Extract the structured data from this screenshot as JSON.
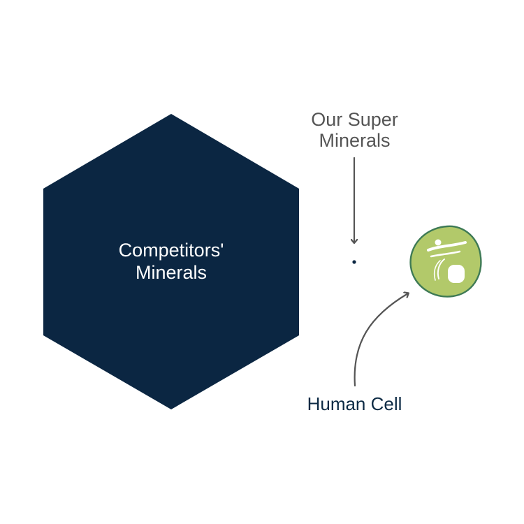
{
  "hexagon": {
    "label_line1": "Competitors'",
    "label_line2": "Minerals",
    "color": "#0b2642"
  },
  "super_minerals": {
    "label_line1": "Our Super",
    "label_line2": "Minerals",
    "color": "#555555"
  },
  "human_cell": {
    "label": "Human Cell",
    "label_color": "#0c2a44",
    "fill": "#b2c96a",
    "outline": "#3e7a55"
  },
  "arrow_color": "#555555"
}
